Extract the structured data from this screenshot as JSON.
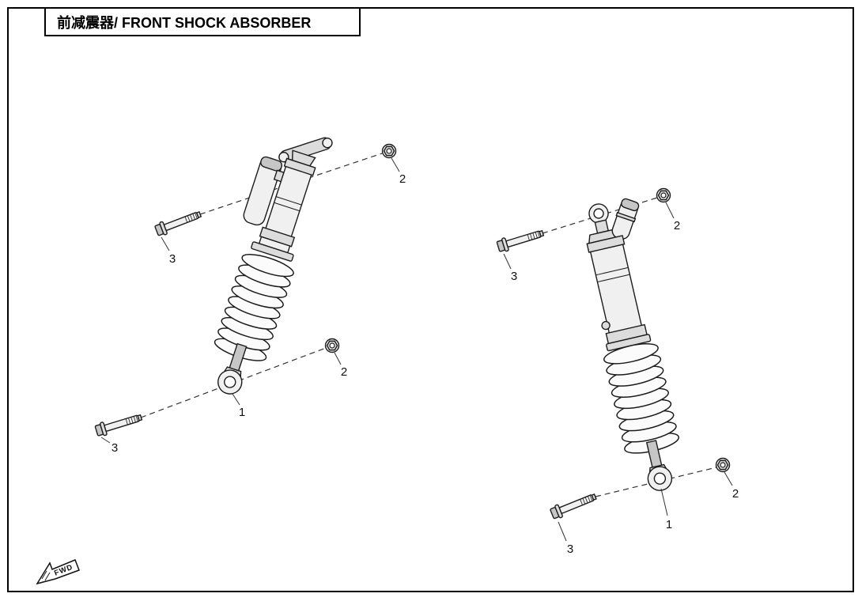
{
  "header": {
    "title": "前减震器/ FRONT SHOCK ABSORBER"
  },
  "callouts": {
    "left_shock": {
      "upper_nut_ref": "2",
      "upper_bolt_ref": "3",
      "lower_nut_ref": "2",
      "absorber_ref": "1",
      "lower_bolt_ref": "3"
    },
    "right_shock": {
      "upper_nut_ref": "2",
      "upper_bolt_ref": "3",
      "lower_nut_ref": "2",
      "absorber_ref": "1",
      "lower_bolt_ref": "3"
    }
  },
  "direction_indicator": {
    "label": "FWD"
  },
  "colors": {
    "line": "#1c1c1c",
    "background": "#ffffff"
  }
}
